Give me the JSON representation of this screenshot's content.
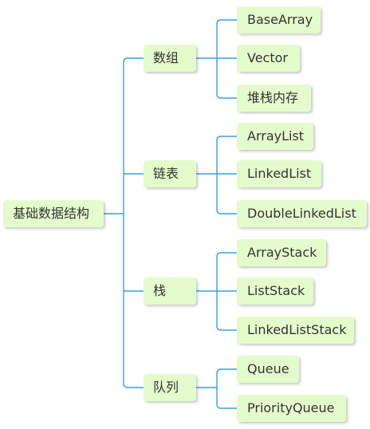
{
  "colors": {
    "node_fill": "#e4fccc",
    "connector": "#3b9ee8",
    "text": "#333333"
  },
  "mindmap": {
    "root": {
      "label": "基础数据结构"
    },
    "branches": [
      {
        "key": "array",
        "label": "数组",
        "children": [
          {
            "key": "base-array",
            "label": "BaseArray"
          },
          {
            "key": "vector",
            "label": "Vector"
          },
          {
            "key": "stack-memory",
            "label": "堆栈内存"
          }
        ]
      },
      {
        "key": "linked-list",
        "label": "链表",
        "children": [
          {
            "key": "array-list",
            "label": "ArrayList"
          },
          {
            "key": "linkedlist",
            "label": "LinkedList"
          },
          {
            "key": "doublelinkedlist",
            "label": "DoubleLinkedList"
          }
        ]
      },
      {
        "key": "stack",
        "label": "栈",
        "children": [
          {
            "key": "array-stack",
            "label": "ArrayStack"
          },
          {
            "key": "list-stack",
            "label": "ListStack"
          },
          {
            "key": "linkedliststack",
            "label": "LinkedListStack"
          }
        ]
      },
      {
        "key": "queue",
        "label": "队列",
        "children": [
          {
            "key": "queue",
            "label": "Queue"
          },
          {
            "key": "priority-queue",
            "label": "PriorityQueue"
          }
        ]
      }
    ]
  }
}
